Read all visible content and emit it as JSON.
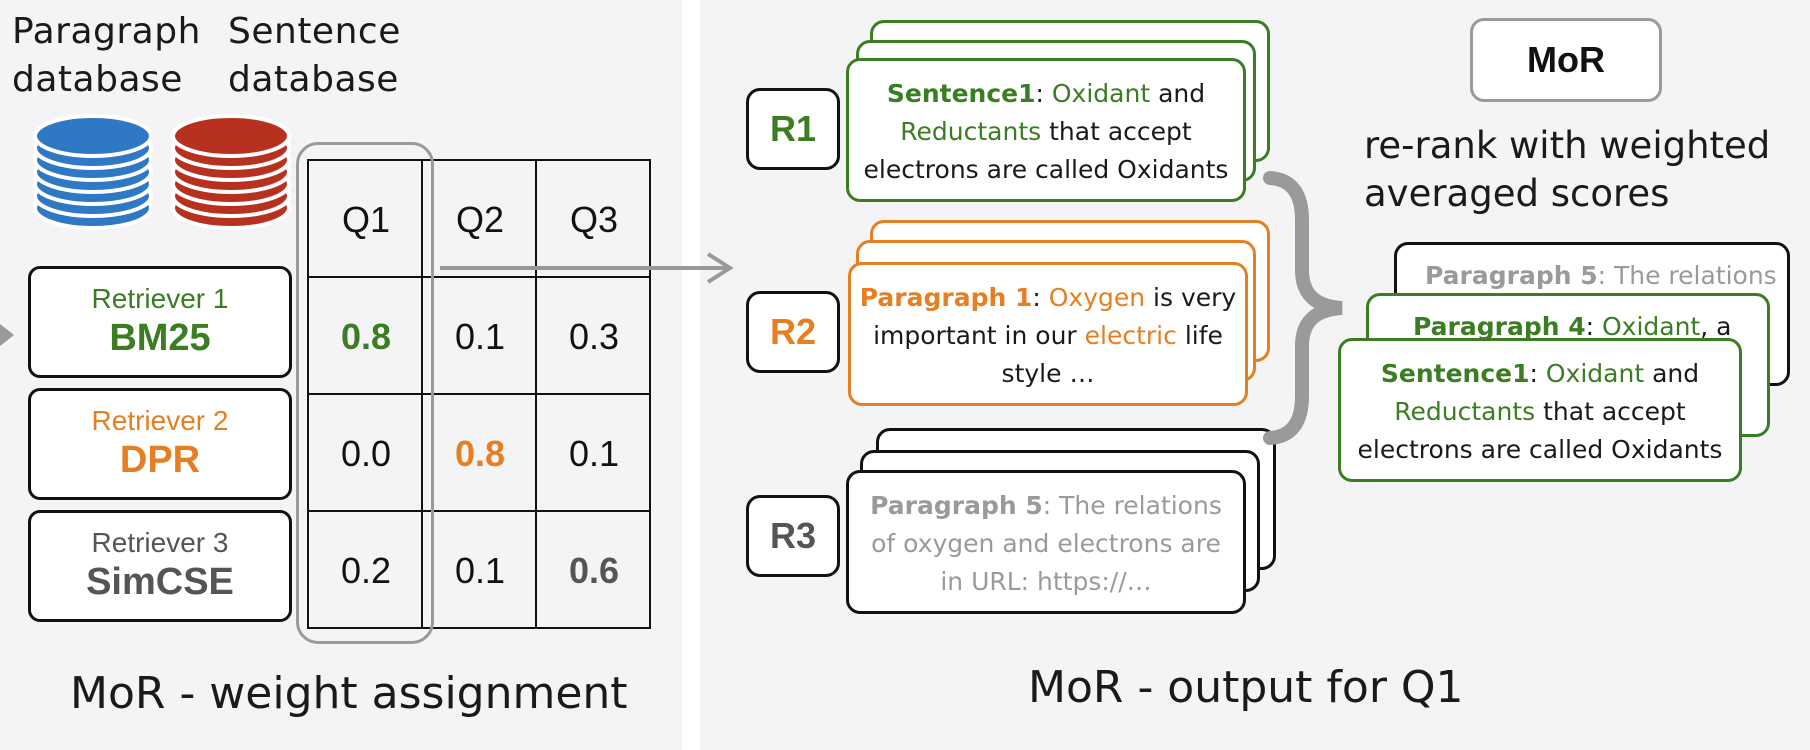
{
  "left": {
    "db_labels": [
      "Paragraph\ndatabase",
      "Sentence\ndatabase"
    ],
    "retrievers": [
      {
        "title": "Retriever 1",
        "name": "BM25",
        "color": "#3a7d22"
      },
      {
        "title": "Retriever 2",
        "name": "DPR",
        "color": "#e67e22"
      },
      {
        "title": "Retriever 3",
        "name": "SimCSE",
        "color": "#555555"
      }
    ],
    "columns": [
      "Q1",
      "Q2",
      "Q3"
    ],
    "weights": [
      [
        "0.8",
        "0.1",
        "0.3"
      ],
      [
        "0.0",
        "0.8",
        "0.1"
      ],
      [
        "0.2",
        "0.1",
        "0.6"
      ]
    ],
    "caption": "MoR - weight assignment"
  },
  "right": {
    "r_labels": [
      "R1",
      "R2",
      "R3"
    ],
    "r1_card": {
      "label": "Sentence1",
      "sep": ": ",
      "w1": "Oxidant",
      "t1": " and",
      "w2": "Reductants",
      "t2": " that accept",
      "line3": "electrons are called Oxidants"
    },
    "r2_card": {
      "label": "Paragraph 1",
      "sep": ": ",
      "w1": "Oxygen",
      "t1": " is very",
      "t2a": "important in our ",
      "w2": "electric",
      "t2b": " life",
      "line3": "style …"
    },
    "r3_card": {
      "label": "Paragraph 5",
      "line1rest": ": The relations",
      "line2": "of oxygen and electrons are",
      "line3": "in URL: https://…"
    },
    "mor_label": "MoR",
    "rerank_text": "re-rank with weighted\naveraged scores",
    "out_p5": {
      "label": "Paragraph 5",
      "rest": ": The relations"
    },
    "out_p4": {
      "label": "Paragraph 4",
      "sep": ": ",
      "w": "Oxidant",
      "rest": ", a"
    },
    "out_s1": {
      "label": "Sentence1",
      "sep": ": ",
      "w1": "Oxidant",
      "t1": " and",
      "w2": "Reductants",
      "t2": " that accept",
      "line3": "electrons are called Oxidants"
    },
    "caption": "MoR - output for Q1"
  }
}
